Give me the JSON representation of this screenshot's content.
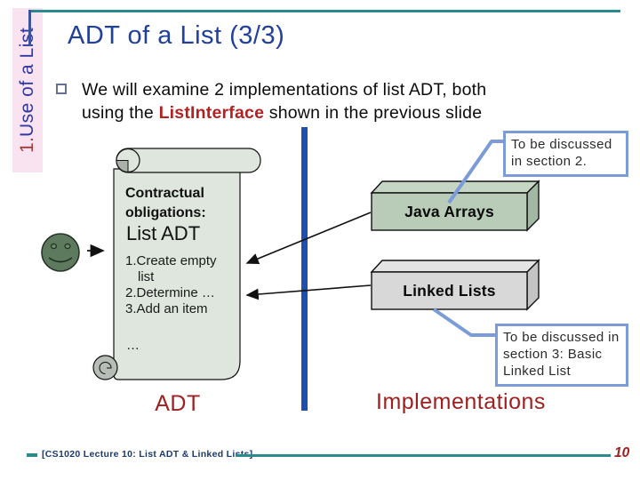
{
  "sidebar": {
    "number": "1.",
    "label": " Use of a List"
  },
  "header": {
    "title": "ADT of a List (3/3)"
  },
  "bullet": {
    "line1": "We will examine 2 implementations of list ADT, both",
    "line2_pre": "using the ",
    "line2_highlight": "ListInterface",
    "line2_post": " shown in the previous slide"
  },
  "scroll": {
    "heading_line1": "Contractual",
    "heading_line2": "obligations:",
    "title": "List ADT",
    "item1_line1": "1.Create empty",
    "item1_line2": "list",
    "item2": "2.Determine …",
    "item3": "3.Add an item",
    "ellipsis": "…"
  },
  "boxes": {
    "java_arrays": "Java Arrays",
    "linked_lists": "Linked Lists"
  },
  "callouts": {
    "section2": "To be discussed in section 2.",
    "section3": "To be discussed in section 3: Basic Linked List"
  },
  "labels": {
    "adt": "ADT",
    "implementations": "Implementations"
  },
  "footer": {
    "citation": "[CS1020 Lecture 10: List ADT & Linked Lists]",
    "page_number": "10"
  },
  "icons": {
    "smiley": "smiley-face-icon",
    "bullet": "square-bullet-icon",
    "scroll": "scroll-shape",
    "arrows": "black-arrow-icons"
  },
  "colors": {
    "teal_rule": "#2a8a8e",
    "title_blue": "#21409a",
    "sidebar_blue": "#3137a3",
    "accent_red": "#9e2020",
    "highlight_red": "#b22222",
    "divider_bar_blue": "#1e4fae",
    "callout_border_blue": "#7b9bd9",
    "scroll_fill": "#dee6de",
    "java_box_green": "#b8ccb8",
    "linked_box_gray": "#d8d8d8",
    "sidebar_strip_pink": "#f9e3f1"
  }
}
